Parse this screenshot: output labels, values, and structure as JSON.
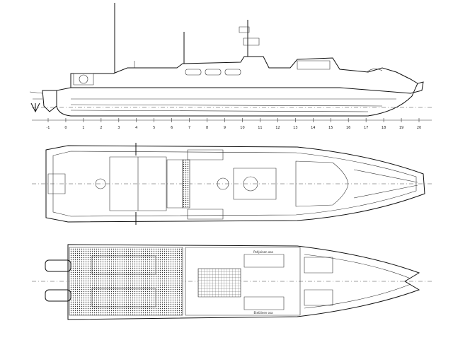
{
  "stations": [
    "-1",
    "0",
    "1",
    "2",
    "3",
    "4",
    "5",
    "6",
    "7",
    "8",
    "9",
    "10",
    "11",
    "12",
    "13",
    "14",
    "15",
    "16",
    "17",
    "18",
    "19",
    "20"
  ],
  "room_labels": {
    "starboard": "Pohjoinen osa",
    "port": "Eteläinen osa",
    "small_a": "",
    "small_b": ""
  }
}
